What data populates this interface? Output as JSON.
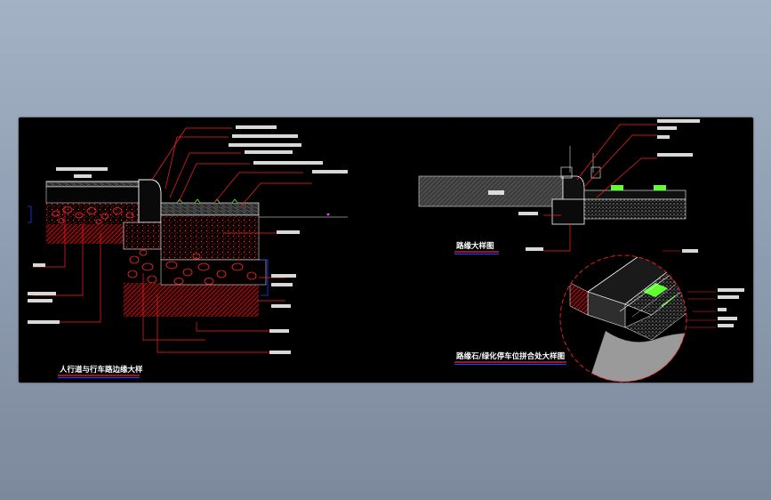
{
  "drawing": {
    "background": "#000000",
    "titles": {
      "left": "人行道与行车路边缘大样",
      "right_top": "路缘大样图",
      "right_bottom": "路缘石/绿化停车位拼合处大样图"
    },
    "colors": {
      "line": "#ffffff",
      "leader": "#ff2020",
      "hatch_soil": "#c01818",
      "hatch_fill": "#b01010",
      "concrete": "#5a5a5a",
      "grass": "#60ff30",
      "dim": "#0000ff",
      "marker": "#ff40ff",
      "title_underline_red": "#ff2020",
      "title_underline_blue": "#2040ff",
      "detail_circle": "#ff2020"
    }
  }
}
